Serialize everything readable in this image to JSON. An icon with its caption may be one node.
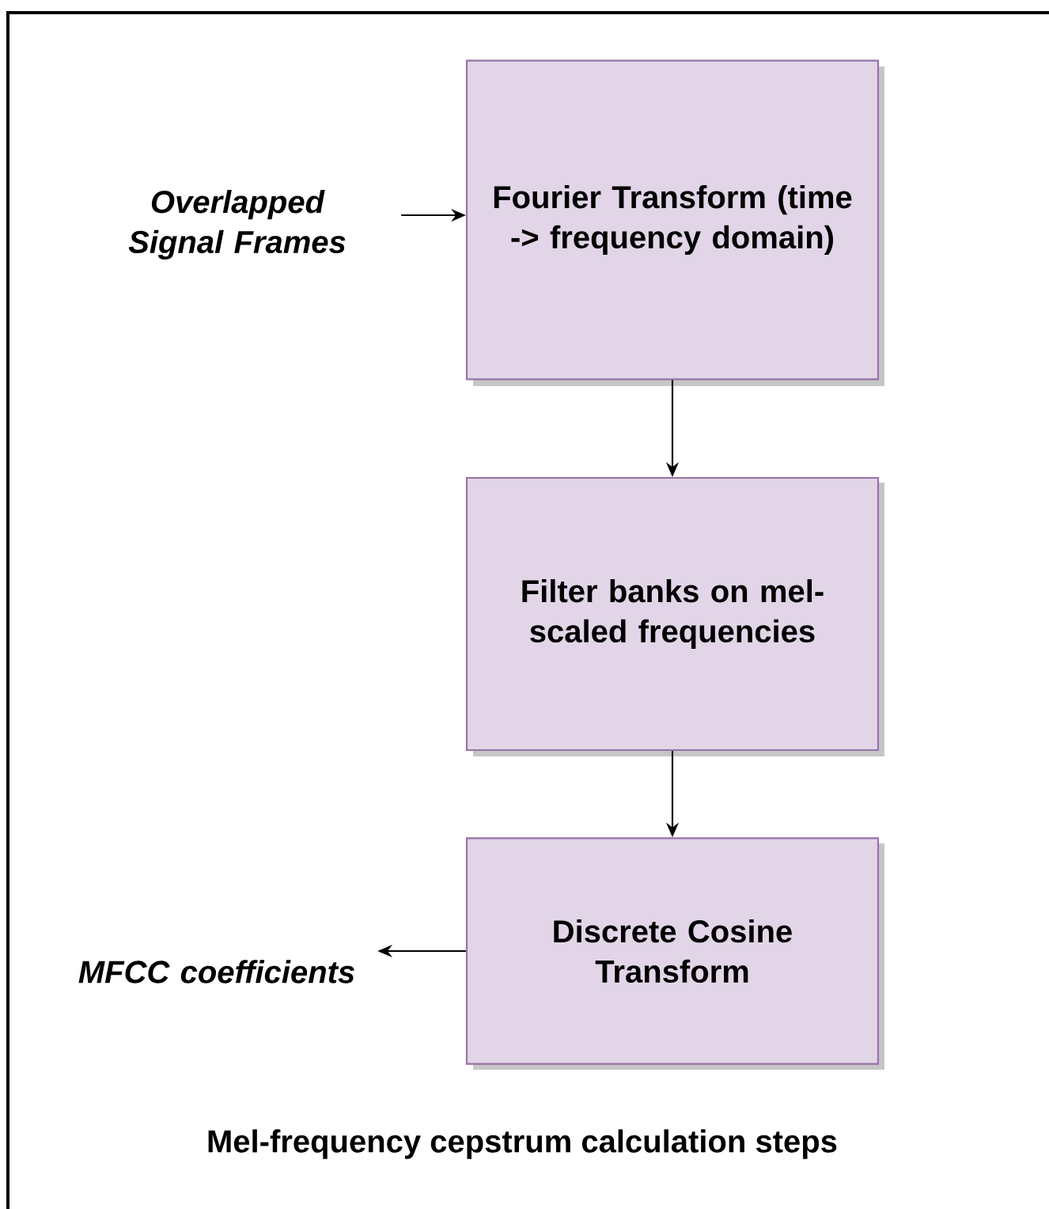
{
  "diagram": {
    "caption": "Mel-frequency cepstrum calculation steps",
    "nodes": [
      {
        "text": [
          "Overlapped Signal Frames"
        ]
      },
      {
        "text": [
          "Fourier Transform (time -> frequency domain)"
        ]
      },
      {
        "text": [
          "Filter banks on mel-scaled frequencies"
        ]
      },
      {
        "text": [
          "Discrete Cosine Transform"
        ]
      },
      {
        "text": [
          "MFCC coefficients"
        ]
      }
    ],
    "edges": [
      {
        "from": 0,
        "to": 1,
        "arrow": "to"
      },
      {
        "from": 1,
        "to": 2,
        "arrow": "to"
      },
      {
        "from": 2,
        "to": 3,
        "arrow": "to"
      },
      {
        "from": 3,
        "to": 4,
        "arrow": "to"
      }
    ]
  }
}
